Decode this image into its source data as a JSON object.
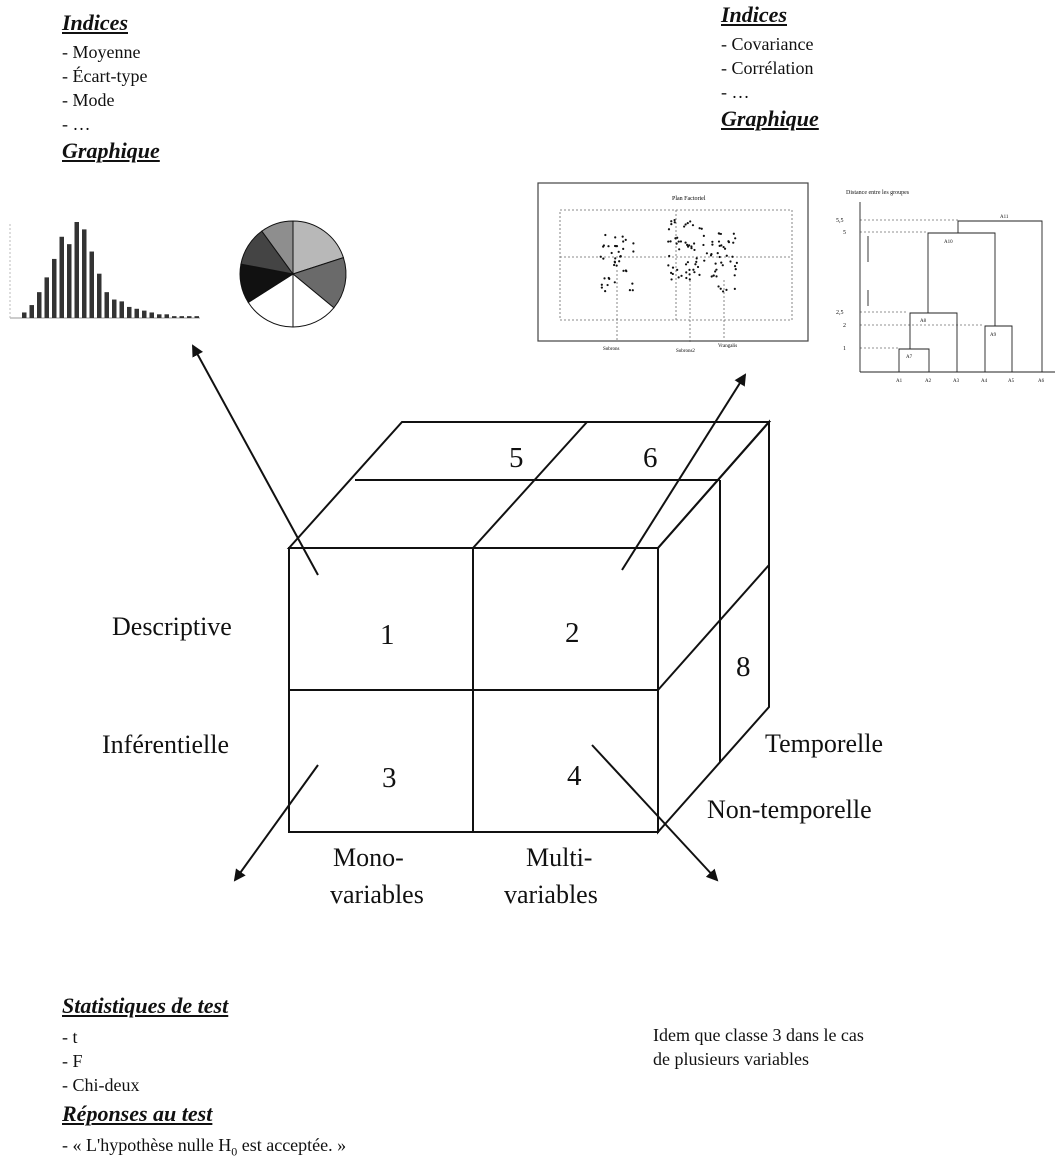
{
  "top_left": {
    "indices_heading": "Indices",
    "indices": [
      "- Moyenne",
      "- Écart-type",
      "- Mode",
      "- …"
    ],
    "graphique_heading": "Graphique"
  },
  "top_right": {
    "indices_heading": "Indices",
    "indices": [
      "- Covariance",
      "- Corrélation",
      "- …"
    ],
    "graphique_heading": "Graphique"
  },
  "cube": {
    "cells": [
      "1",
      "2",
      "3",
      "4",
      "5",
      "6",
      "8"
    ],
    "row_labels": [
      "Descriptive",
      "Inférentielle"
    ],
    "col_labels": [
      [
        "Mono-",
        "variables"
      ],
      [
        "Multi-",
        "variables"
      ]
    ],
    "depth_labels": [
      "Temporelle",
      "Non-temporelle"
    ]
  },
  "bottom_left": {
    "stats_heading": "Statistiques de test",
    "stats": [
      "- t",
      "- F",
      "- Chi-deux"
    ],
    "responses_heading": "Réponses au test",
    "response_prefix": "- « L'hypothèse nulle H",
    "response_sub": "0",
    "response_suffix": " est acceptée. »"
  },
  "bottom_right": {
    "note": [
      "Idem que classe 3 dans le cas",
      "de plusieurs variables"
    ]
  },
  "thumbs": {
    "scatter_title": "Plan Factoriel",
    "dendro_ylabel": "Distance entre les groupes",
    "dendro_yticks": [
      "5,5",
      "5",
      "2,5",
      "2",
      "1"
    ],
    "dendro_xticks": [
      "A1",
      "A2",
      "A3",
      "A4",
      "A5",
      "A6"
    ],
    "dendro_nodes": [
      "A11",
      "A10",
      "A9",
      "A8",
      "A7"
    ],
    "scatter_xlabels": [
      "Sobrons",
      "Sobrons2",
      "Vrangalis"
    ]
  },
  "chart_data": [
    {
      "type": "bar",
      "categories": [],
      "values": [
        3,
        7,
        14,
        22,
        32,
        44,
        40,
        52,
        48,
        36,
        24,
        14,
        10,
        9,
        6,
        5,
        4,
        3,
        2,
        2,
        1,
        1,
        1,
        1
      ]
    },
    {
      "type": "pie",
      "categories": [],
      "values": [
        20,
        16,
        14,
        16,
        12,
        12,
        10
      ]
    }
  ]
}
